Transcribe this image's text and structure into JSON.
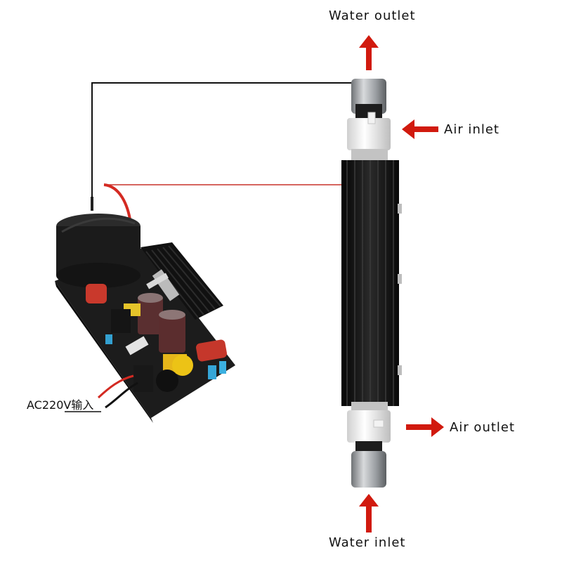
{
  "labels": {
    "water_outlet": "Water outlet",
    "air_inlet": "Air inlet",
    "air_outlet": "Air outlet",
    "water_inlet": "Water inlet",
    "power_input": "AC220V输入"
  },
  "colors": {
    "arrow": "#d11a0e",
    "wire_black": "#111111",
    "wire_red": "#c8322a",
    "board": "#1a1a1a",
    "tube_body": "#151515",
    "tube_cap": "#a7aaad",
    "white_fitting": "#ececec"
  },
  "icons": {
    "arrow": "arrow-icon",
    "power_board": "ozone-power-board",
    "generator_tube": "ozone-generator-tube"
  }
}
